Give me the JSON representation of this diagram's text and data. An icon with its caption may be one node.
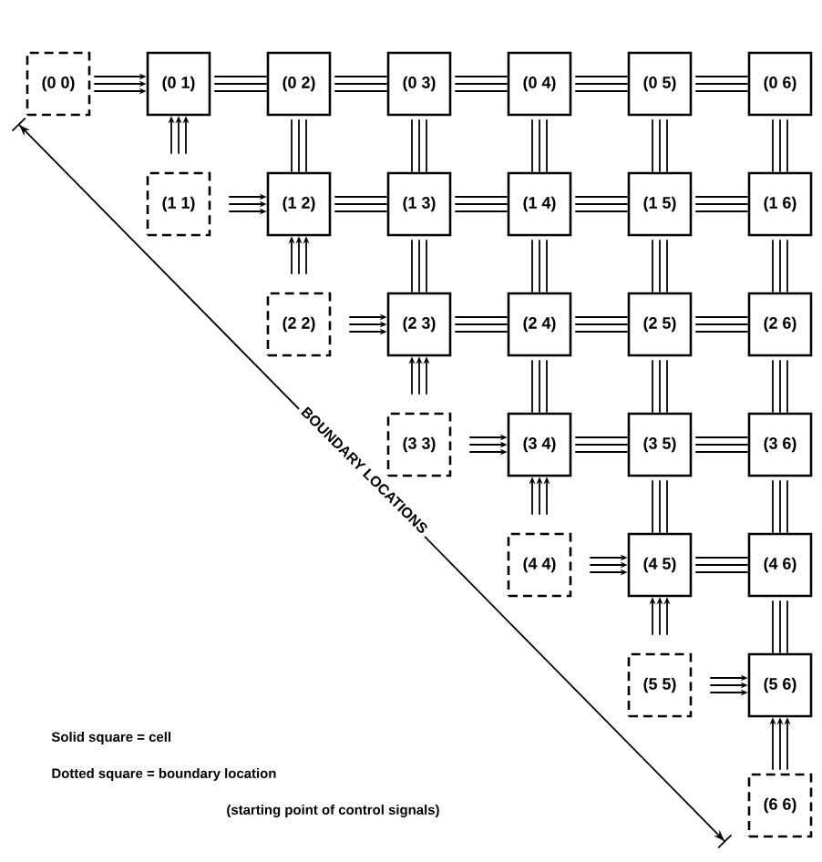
{
  "diagram": {
    "nodes": [
      {
        "text": [
          "(0 0)"
        ]
      },
      {
        "text": [
          "(0 1)"
        ]
      },
      {
        "text": [
          "(0 2)"
        ]
      },
      {
        "text": [
          "(0 3)"
        ]
      },
      {
        "text": [
          "(0 4)"
        ]
      },
      {
        "text": [
          "(0 5)"
        ]
      },
      {
        "text": [
          "(0 6)"
        ]
      },
      {
        "text": [
          "(1 1)"
        ]
      },
      {
        "text": [
          "(1 2)"
        ]
      },
      {
        "text": [
          "(1 3)"
        ]
      },
      {
        "text": [
          "(1 4)"
        ]
      },
      {
        "text": [
          "(1 5)"
        ]
      },
      {
        "text": [
          "(1 6)"
        ]
      },
      {
        "text": [
          "(2 2)"
        ]
      },
      {
        "text": [
          "(2 3)"
        ]
      },
      {
        "text": [
          "(2 4)"
        ]
      },
      {
        "text": [
          "(2 5)"
        ]
      },
      {
        "text": [
          "(2 6)"
        ]
      },
      {
        "text": [
          "(3 3)"
        ]
      },
      {
        "text": [
          "(3 4)"
        ]
      },
      {
        "text": [
          "(3 5)"
        ]
      },
      {
        "text": [
          "(3 6)"
        ]
      },
      {
        "text": [
          "(4 4)"
        ]
      },
      {
        "text": [
          "(4 5)"
        ]
      },
      {
        "text": [
          "(4 6)"
        ]
      },
      {
        "text": [
          "(5 5)"
        ]
      },
      {
        "text": [
          "(5 6)"
        ]
      },
      {
        "text": [
          "(6 6)"
        ]
      }
    ],
    "edges": [
      {
        "from": 1,
        "to": 2,
        "arrow": "none"
      },
      {
        "from": 2,
        "to": 3,
        "arrow": "none"
      },
      {
        "from": 3,
        "to": 4,
        "arrow": "none"
      },
      {
        "from": 4,
        "to": 5,
        "arrow": "none"
      },
      {
        "from": 5,
        "to": 6,
        "arrow": "none"
      },
      {
        "from": 8,
        "to": 9,
        "arrow": "none"
      },
      {
        "from": 9,
        "to": 10,
        "arrow": "none"
      },
      {
        "from": 10,
        "to": 11,
        "arrow": "none"
      },
      {
        "from": 11,
        "to": 12,
        "arrow": "none"
      },
      {
        "from": 14,
        "to": 15,
        "arrow": "none"
      },
      {
        "from": 15,
        "to": 16,
        "arrow": "none"
      },
      {
        "from": 16,
        "to": 17,
        "arrow": "none"
      },
      {
        "from": 19,
        "to": 20,
        "arrow": "none"
      },
      {
        "from": 20,
        "to": 21,
        "arrow": "none"
      },
      {
        "from": 23,
        "to": 24,
        "arrow": "none"
      },
      {
        "from": 2,
        "to": 8,
        "arrow": "none"
      },
      {
        "from": 3,
        "to": 9,
        "arrow": "none"
      },
      {
        "from": 4,
        "to": 10,
        "arrow": "none"
      },
      {
        "from": 5,
        "to": 11,
        "arrow": "none"
      },
      {
        "from": 6,
        "to": 12,
        "arrow": "none"
      },
      {
        "from": 9,
        "to": 14,
        "arrow": "none"
      },
      {
        "from": 10,
        "to": 15,
        "arrow": "none"
      },
      {
        "from": 11,
        "to": 16,
        "arrow": "none"
      },
      {
        "from": 12,
        "to": 17,
        "arrow": "none"
      },
      {
        "from": 15,
        "to": 19,
        "arrow": "none"
      },
      {
        "from": 16,
        "to": 20,
        "arrow": "none"
      },
      {
        "from": 17,
        "to": 21,
        "arrow": "none"
      },
      {
        "from": 20,
        "to": 23,
        "arrow": "none"
      },
      {
        "from": 21,
        "to": 24,
        "arrow": "none"
      },
      {
        "from": 24,
        "to": 26,
        "arrow": "none"
      },
      {
        "from": 0,
        "to": 1,
        "arrow": "to"
      },
      {
        "from": 7,
        "to": 8,
        "arrow": "to"
      },
      {
        "from": 13,
        "to": 14,
        "arrow": "to"
      },
      {
        "from": 18,
        "to": 19,
        "arrow": "to"
      },
      {
        "from": 22,
        "to": 23,
        "arrow": "to"
      },
      {
        "from": 25,
        "to": 26,
        "arrow": "to"
      },
      {
        "from": 7,
        "to": 1,
        "arrow": "to"
      },
      {
        "from": 13,
        "to": 8,
        "arrow": "to"
      },
      {
        "from": 18,
        "to": 14,
        "arrow": "to"
      },
      {
        "from": 22,
        "to": 19,
        "arrow": "to"
      },
      {
        "from": 25,
        "to": 23,
        "arrow": "to"
      },
      {
        "from": 27,
        "to": 26,
        "arrow": "to"
      }
    ],
    "labels": [
      "BOUNDARY LOCATIONS",
      "Solid square = cell",
      "Dotted square = boundary location",
      "(starting point of control signals)"
    ]
  }
}
